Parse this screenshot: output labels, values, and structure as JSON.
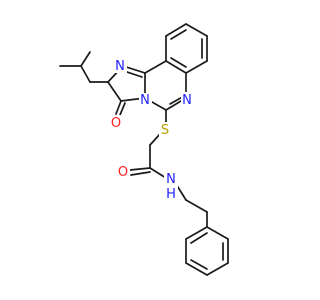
{
  "atoms": {
    "n_imine": {
      "text": "N",
      "color": "#2020ff"
    },
    "n_bridge": {
      "text": "N",
      "color": "#2020ff"
    },
    "n_ring": {
      "text": "N",
      "color": "#2020ff"
    },
    "o_carbonyl": {
      "text": "O",
      "color": "#ff2020"
    },
    "s_thio": {
      "text": "S",
      "color": "#b8a000"
    },
    "o_amide": {
      "text": "O",
      "color": "#ff2020"
    },
    "nh_amide": {
      "text": "N",
      "color": "#2020ff"
    },
    "h_amide": {
      "text": "H",
      "color": "#2020ff"
    }
  },
  "bond_color": "#1a1a1a"
}
